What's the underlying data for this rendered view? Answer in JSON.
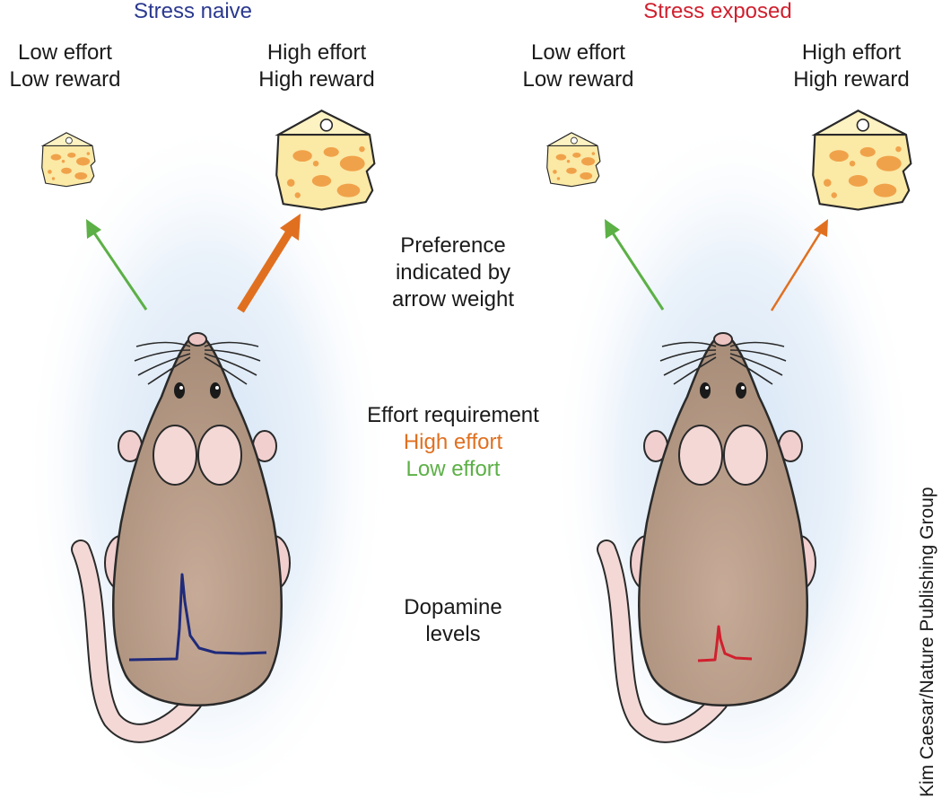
{
  "panels": [
    {
      "title": "Stress naive",
      "title_color": "#2b3990",
      "low_option": [
        "Low effort",
        "Low reward"
      ],
      "high_option": [
        "High effort",
        "High reward"
      ],
      "trace_color": "#1f2a7a"
    },
    {
      "title": "Stress exposed",
      "title_color": "#d0202e",
      "low_option": [
        "Low effort",
        "Low reward"
      ],
      "high_option": [
        "High effort",
        "High reward"
      ],
      "trace_color": "#d0202e"
    }
  ],
  "center": {
    "preference": [
      "Preference",
      "indicated by",
      "arrow weight"
    ],
    "effort_title": "Effort requirement",
    "high_effort": "High effort",
    "low_effort": "Low effort",
    "high_color": "#e07020",
    "low_color": "#5cb046",
    "dopamine": [
      "Dopamine",
      "levels"
    ]
  },
  "credit": "Kim Caesar/Nature Publishing Group"
}
